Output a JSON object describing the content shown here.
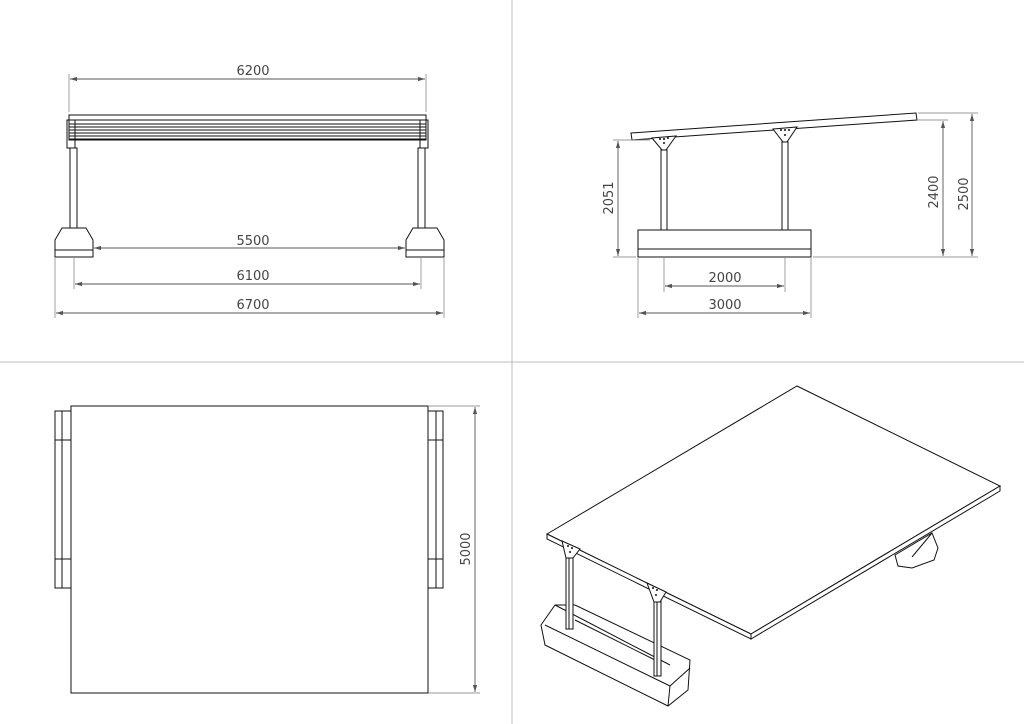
{
  "views": {
    "front": {
      "top_width": "6200",
      "inner_span": "5500",
      "mid_span": "6100",
      "overall_width": "6700"
    },
    "side": {
      "post_height": "2051",
      "low_height": "2400",
      "high_height": "2500",
      "post_spacing": "2000",
      "base_length": "3000"
    },
    "top": {
      "depth": "5000"
    }
  }
}
